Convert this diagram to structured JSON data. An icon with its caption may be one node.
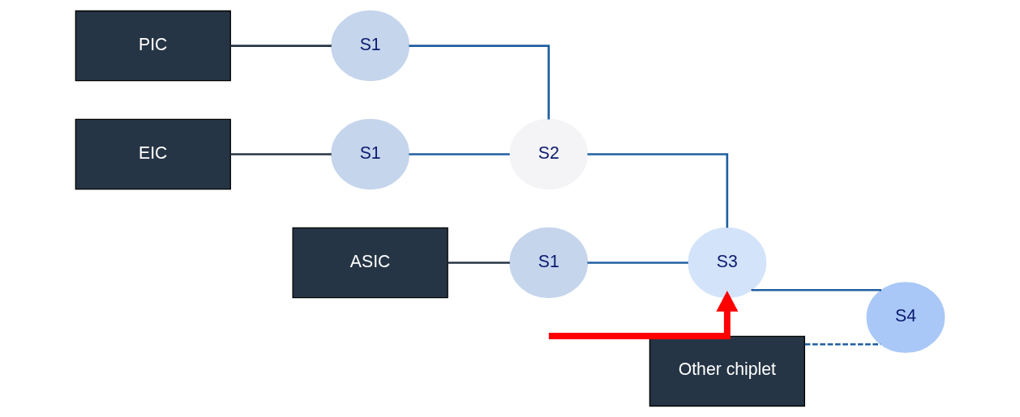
{
  "diagram": {
    "nodes": [
      {
        "text": [
          "PIC"
        ]
      },
      {
        "text": [
          "EIC"
        ]
      },
      {
        "text": [
          "ASIC"
        ]
      },
      {
        "text": [
          "Other chiplet"
        ]
      },
      {
        "text": [
          "S1"
        ]
      },
      {
        "text": [
          "S1"
        ]
      },
      {
        "text": [
          "S1"
        ]
      },
      {
        "text": [
          "S2"
        ]
      },
      {
        "text": [
          "S3"
        ]
      },
      {
        "text": [
          "S4"
        ]
      }
    ],
    "edges": [
      {
        "from": 0,
        "to": 4,
        "arrow": "none",
        "color": "#263545"
      },
      {
        "from": 1,
        "to": 5,
        "arrow": "none",
        "color": "#263545"
      },
      {
        "from": 2,
        "to": 6,
        "arrow": "none",
        "color": "#263545"
      },
      {
        "from": 4,
        "to": 7,
        "arrow": "none"
      },
      {
        "from": 5,
        "to": 7,
        "arrow": "none"
      },
      {
        "from": 7,
        "to": 8,
        "arrow": "none"
      },
      {
        "from": 6,
        "to": 8,
        "arrow": "none"
      },
      {
        "from": 8,
        "to": 9,
        "arrow": "none"
      },
      {
        "from": 3,
        "to": 9,
        "arrow": "none",
        "style": "dashed"
      },
      {
        "from": null,
        "to": 8,
        "arrow": "to",
        "style": "thick",
        "color": "#ff0000"
      }
    ]
  }
}
